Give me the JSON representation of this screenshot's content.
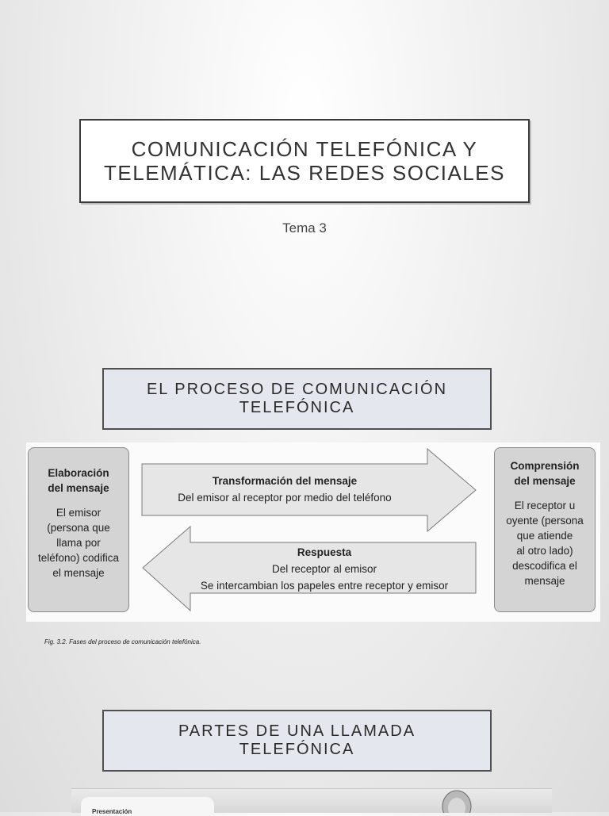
{
  "slide1": {
    "title_line1": "COMUNICACIÓN TELEFÓNICA Y",
    "title_line2": "TELEMÁTICA: LAS REDES SOCIALES",
    "subtitle": "Tema 3"
  },
  "slide2": {
    "title_line1": "EL PROCESO DE COMUNICACIÓN",
    "title_line2": "TELEFÓNICA",
    "diagram": {
      "left_box": {
        "title": [
          "Elaboración",
          "del mensaje"
        ],
        "body": [
          "El emisor",
          "(persona que",
          "llama por",
          "teléfono) codifica",
          "el mensaje"
        ]
      },
      "right_box": {
        "title": [
          "Comprensión",
          "del mensaje"
        ],
        "body": [
          "El receptor u",
          "oyente (persona",
          "que atiende",
          "al otro lado)",
          "descodifica el",
          "mensaje"
        ]
      },
      "top_arrow": {
        "title": "Transformación del mensaje",
        "line1": "Del emisor al receptor por medio del teléfono"
      },
      "bottom_arrow": {
        "title": "Respuesta",
        "line1": "Del receptor al emisor",
        "line2": "Se intercambian los papeles entre receptor y emisor"
      }
    },
    "caption": "Fig. 3.2. Fases del proceso de comunicación telefónica."
  },
  "slide3": {
    "title_line1": "PARTES DE UNA LLAMADA",
    "title_line2": "TELEFÓNICA",
    "image_label": "Presentación"
  },
  "colors": {
    "box_fill": "#d4d4d4",
    "arrow_fill": "#e6e6e6",
    "heading_fill": "#e4e8ee"
  }
}
